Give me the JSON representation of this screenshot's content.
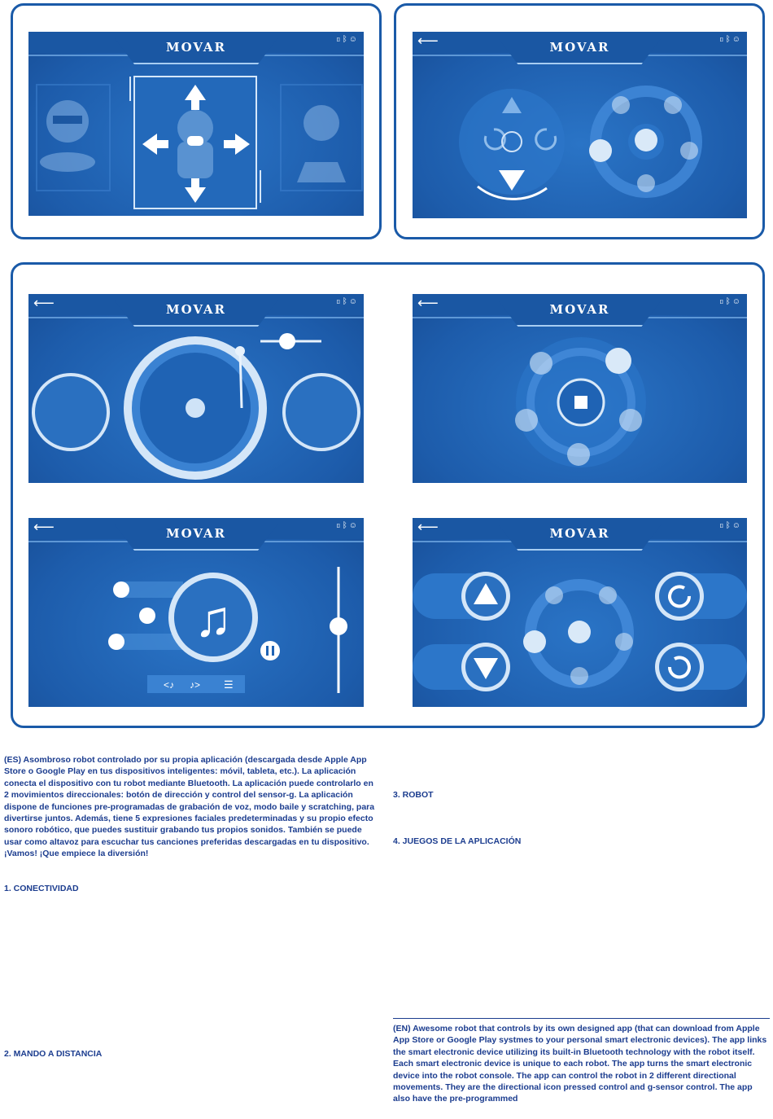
{
  "app_title": "MOVAR",
  "icons": {
    "back": "back-arrow-icon",
    "phone": "phone-icon",
    "bluetooth": "bluetooth-icon",
    "robot": "robot-icon"
  },
  "colors": {
    "screen_blue": "#1f63b4",
    "frame_blue": "#1a5aa8",
    "text_blue": "#1c3d8f"
  },
  "text_es": "(ES) Asombroso robot controlado por su propia aplicación (descargada desde Apple App Store o Google Play en tus dispositivos inteligentes: móvil, tableta, etc.). La aplicación conecta el dispositivo con tu robot mediante Bluetooth. La aplicación puede controlarlo en 2 movimientos direccionales: botón de dirección y control del sensor-g. La aplicación dispone de funciones pre-programadas de grabación de voz, modo baile y scratching, para divertirse juntos. Además, tiene 5 expresiones faciales predeterminadas y su propio efecto sonoro robótico, que puedes sustituir grabando tus propios sonidos. También se puede usar como altavoz para escuchar tus canciones preferidas descargadas en tu dispositivo. ¡Vamos! ¡Que empiece la diversión!",
  "headings": {
    "h1": "1. CONECTIVIDAD",
    "h2": "2. MANDO A DISTANCIA",
    "h3": "3. ROBOT",
    "h4": "4. JUEGOS DE LA APLICACIÓN"
  },
  "text_en": "(EN) Awesome robot that controls by its own designed app (that can download from Apple App Store or Google Play  systmes to your personal smart electronic devices). The app links the smart electronic device utilizing its built-in Bluetooth technology with the robot itself.  Each smart electronic device is unique to each robot.  The app turns the smart electronic device into the robot console. The app can control the robot in 2 different directional movements. They are the directional icon pressed control and g-sensor control. The app also have the pre-programmed"
}
